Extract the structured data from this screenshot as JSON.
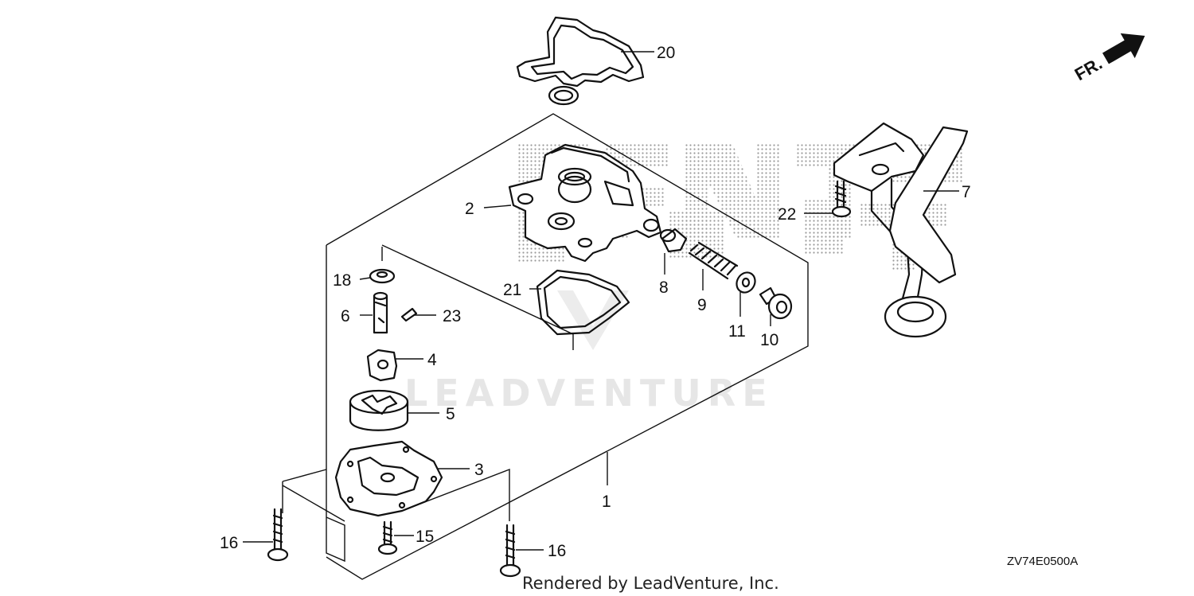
{
  "diagram": {
    "callouts": {
      "c1": "1",
      "c2": "2",
      "c3": "3",
      "c4": "4",
      "c5": "5",
      "c6": "6",
      "c7": "7",
      "c8": "8",
      "c9": "9",
      "c10": "10",
      "c11": "11",
      "c15": "15",
      "c16a": "16",
      "c16b": "16",
      "c18": "18",
      "c20": "20",
      "c21": "21",
      "c22": "22",
      "c23": "23"
    },
    "direction_label": "FR.",
    "diagram_code": "ZV74E0500A",
    "watermark": "LEADVENTURE",
    "credit": "Rendered by LeadVenture, Inc."
  },
  "colors": {
    "ink": "#111111",
    "watermark": "#e6e6e6",
    "dots": "#9a9a9a"
  }
}
